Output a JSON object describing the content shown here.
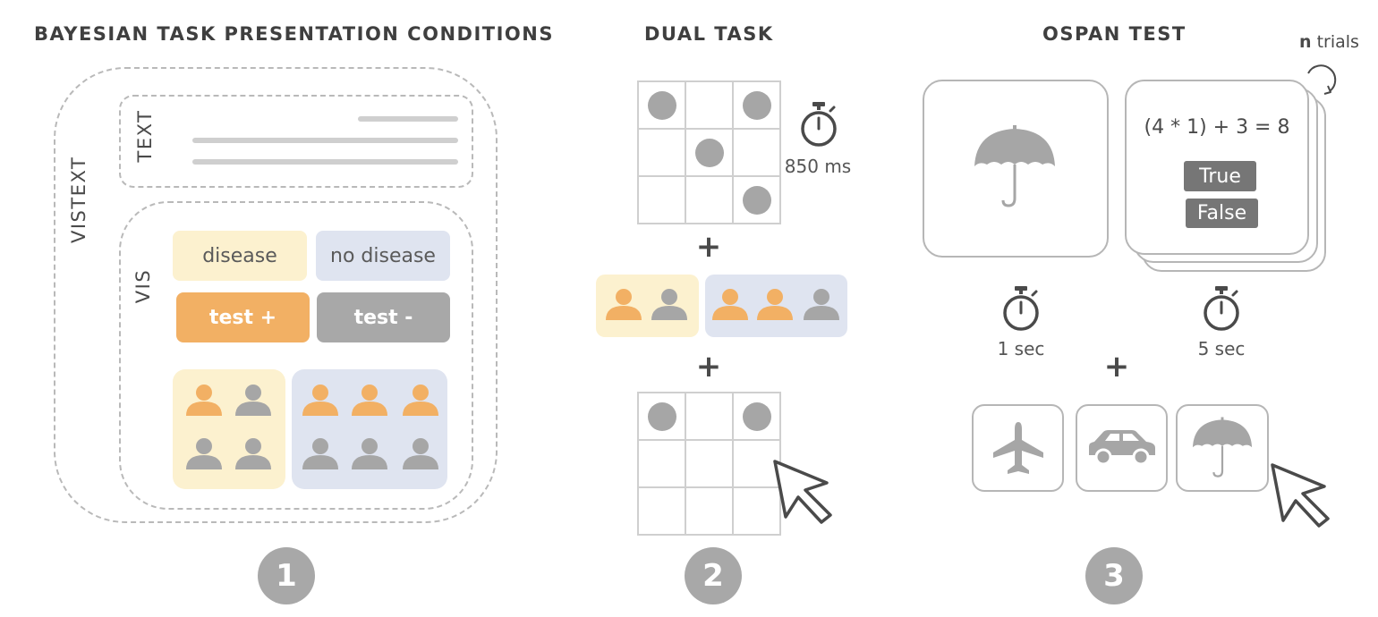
{
  "panel1": {
    "title": "BAYESIAN TASK  PRESENTATION CONDITIONS",
    "vistext_label": "VISTEXT",
    "text_label": "TEXT",
    "vis_label": "VIS",
    "pills": {
      "disease": "disease",
      "no_disease": "no disease",
      "test_pos": "test +",
      "test_neg": "test -"
    },
    "badge": "1"
  },
  "panel2": {
    "title": "DUAL TASK",
    "timer_label": "850 ms",
    "plus": "+",
    "badge": "2"
  },
  "panel3": {
    "title": "OSPAN TEST",
    "repeat_label_bold": "n",
    "repeat_label_rest": " trials",
    "equation": "(4 * 1) + 3 = 8",
    "true_label": "True",
    "false_label": "False",
    "timer1_label": "1 sec",
    "timer2_label": "5 sec",
    "plus": "+",
    "badge": "3"
  },
  "colors": {
    "orange": "#f2b064",
    "gray_icon": "#a6a6a6",
    "yellow_bg": "#fcf1cf",
    "blue_bg": "#dfe4f0",
    "dark_gray_button": "#767676"
  }
}
